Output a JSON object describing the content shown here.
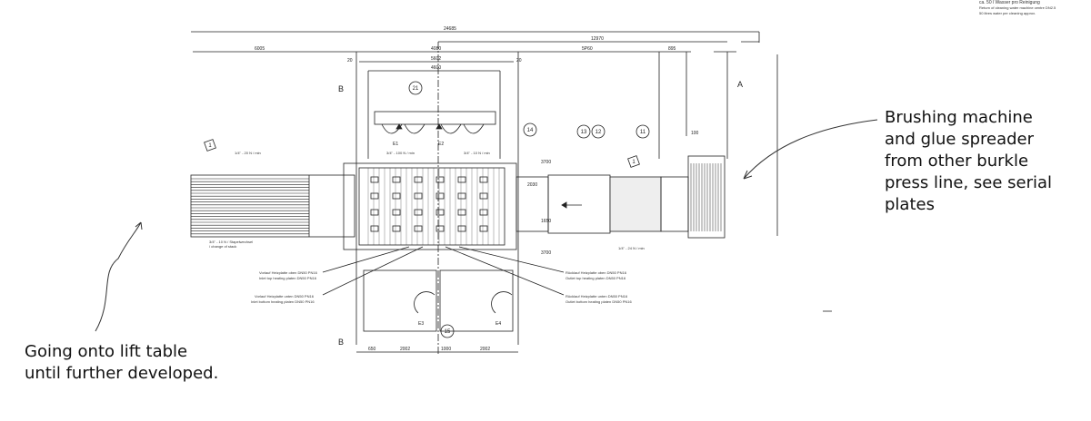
{
  "corner_notes": {
    "line1": "ca. 50 l Wasser pro Reinigung",
    "line2": "Return of cleaning water machine centre DN2.5",
    "line3": "50 litres water per cleaning approx."
  },
  "annotations": {
    "right_note": [
      "Brushing machine",
      "and glue spreader",
      "from other burkle",
      "press line, see serial",
      "plates"
    ],
    "left_note": [
      "Going onto lift table",
      "until further developed."
    ]
  },
  "dimensions": {
    "overall": "24685",
    "right_span": "12970",
    "left_span": "6005",
    "center_span": "4080",
    "inner_span": "5602",
    "inner_span2": "4600",
    "gap_left": "20",
    "gap_right": "20",
    "right_section": "5P60",
    "right_small": "895",
    "side_a": "100",
    "bottom": [
      "650",
      "2002",
      "1000",
      "2002"
    ]
  },
  "section_markers": [
    "B",
    "B",
    "A"
  ],
  "callouts": [
    "21",
    "14",
    "13",
    "12",
    "11",
    "15",
    "1",
    "1"
  ],
  "labels": {
    "speed_left": "1/4\" - 20 N / min",
    "speed_mid1": "3/4\" - 100 N / min",
    "speed_mid2": "3/4\" - 10 N / min",
    "speed_right": "1/4\" - 24 N / min",
    "stack_change": "3/4\" - 10 N / Stapelwechsel",
    "stack_change_en": "/ change of stack",
    "e1": "E1",
    "e2": "E2",
    "e3": "E3",
    "e4": "E4",
    "inlet_top_de": "Vorlauf Heizplatte oben DN50 PN16",
    "inlet_top_en": "Inlet top heating platen DN50 PN16",
    "inlet_bottom_de": "Vorlauf Heizplatte unten DN50 PN16",
    "inlet_bottom_en": "Inlet bottom heating platen DN50 PN16",
    "outlet_top_de": "Rücklauf Heizplatte oben DN50 PN16",
    "outlet_top_en": "Outlet top heating platen DN50 PN16",
    "outlet_bottom_de": "Rücklauf Heizplatte unten DN50 PN16",
    "outlet_bottom_en": "Outlet bottom heating platen DN50 PN16",
    "v1": "3700",
    "v2": "1650",
    "v3": "2030",
    "v4": "3700"
  }
}
